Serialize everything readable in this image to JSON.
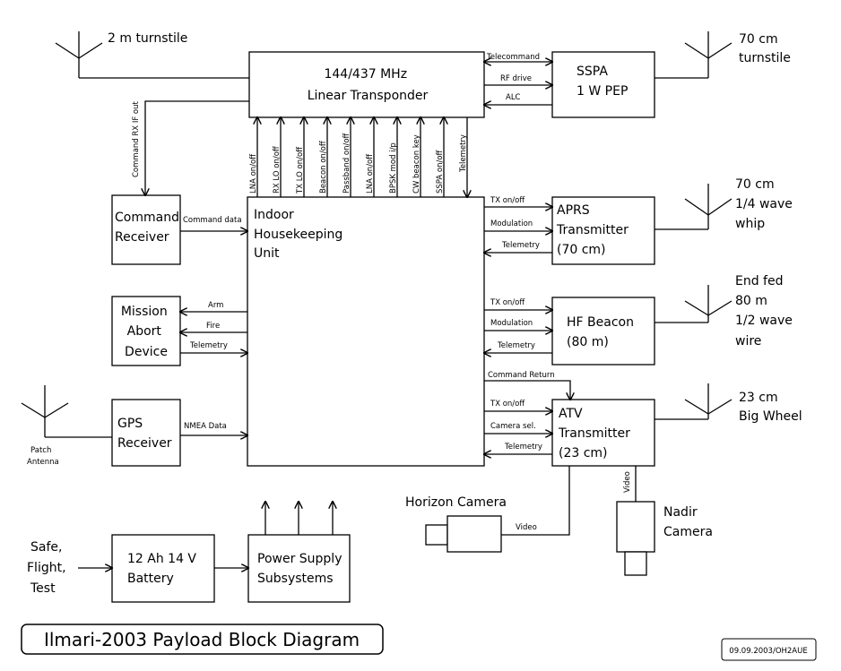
{
  "diagram": {
    "blocks": {
      "transponder": [
        "144/437 MHz",
        "Linear Transponder"
      ],
      "sspa": [
        "SSPA",
        "1 W PEP"
      ],
      "command_receiver": [
        "Command",
        "Receiver"
      ],
      "housekeeping": [
        "Indoor",
        "Housekeeping",
        "Unit"
      ],
      "aprs": [
        "APRS",
        "Transmitter",
        "(70 cm)"
      ],
      "mission_abort": [
        "Mission",
        "Abort",
        "Device"
      ],
      "hf_beacon": [
        "HF Beacon",
        "(80 m)"
      ],
      "gps": [
        "GPS",
        "Receiver"
      ],
      "atv": [
        "ATV",
        "Transmitter",
        "(23 cm)"
      ],
      "battery": [
        "12 Ah 14 V",
        "Battery"
      ],
      "power_supply": [
        "Power Supply",
        "Subsystems"
      ]
    },
    "antennas": {
      "two_m": [
        "2 m turnstile"
      ],
      "seventy_turnstile": [
        "70 cm",
        "turnstile"
      ],
      "seventy_whip": [
        "70 cm",
        "1/4 wave",
        "whip"
      ],
      "endfed": [
        "End fed",
        "80 m",
        "1/2 wave",
        "wire"
      ],
      "twentythree": [
        "23 cm",
        "Big Wheel"
      ],
      "patch": [
        "Patch",
        "Antenna"
      ]
    },
    "cameras": {
      "horizon": "Horizon Camera",
      "nadir": [
        "Nadir",
        "Camera"
      ]
    },
    "power_input": [
      "Safe,",
      "Flight,",
      "Test"
    ],
    "signals": {
      "telecommand": "Telecommand",
      "rf_drive": "RF drive",
      "alc": "ALC",
      "command_rx_if_out": "Command RX IF out",
      "command_data": "Command data",
      "vertical": [
        "LNA on/off",
        "RX LO on/off",
        "TX LO on/off",
        "Beacon on/off",
        "Passband on/off",
        "LNA on/off",
        "BPSK mod i/p",
        "CW beacon key",
        "SSPA on/off",
        "Telemetry"
      ],
      "aprs_tx_onoff": "TX on/off",
      "aprs_modulation": "Modulation",
      "aprs_telemetry": "Telemetry",
      "arm": "Arm",
      "fire": "Fire",
      "abort_telemetry": "Telemetry",
      "hf_tx_onoff": "TX on/off",
      "hf_modulation": "Modulation",
      "hf_telemetry": "Telemetry",
      "command_return": "Command Return",
      "atv_tx_onoff": "TX on/off",
      "camera_sel": "Camera sel.",
      "atv_telemetry": "Telemetry",
      "nmea": "NMEA Data",
      "video_horizon": "Video",
      "video_nadir": "Video"
    },
    "title": "Ilmari-2003 Payload Block Diagram",
    "date_stamp": "09.09.2003/OH2AUE"
  }
}
